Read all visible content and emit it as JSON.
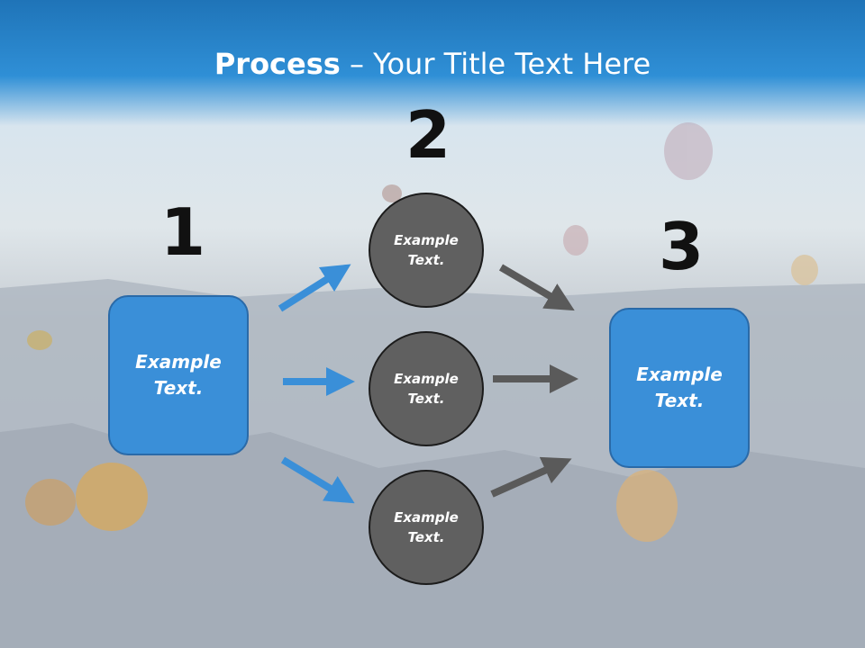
{
  "title": {
    "bold": "Process",
    "rest": " – Your Title Text Here"
  },
  "numbers": [
    "1",
    "2",
    "3"
  ],
  "left_box": "Example Text.",
  "right_box": "Example Text.",
  "circles": [
    "Example Text.",
    "Example Text.",
    "Example Text."
  ],
  "colors": {
    "accent_blue": "#3a8fd8",
    "circle_gray": "#606060",
    "arrow_gray": "#5a5a5a"
  }
}
